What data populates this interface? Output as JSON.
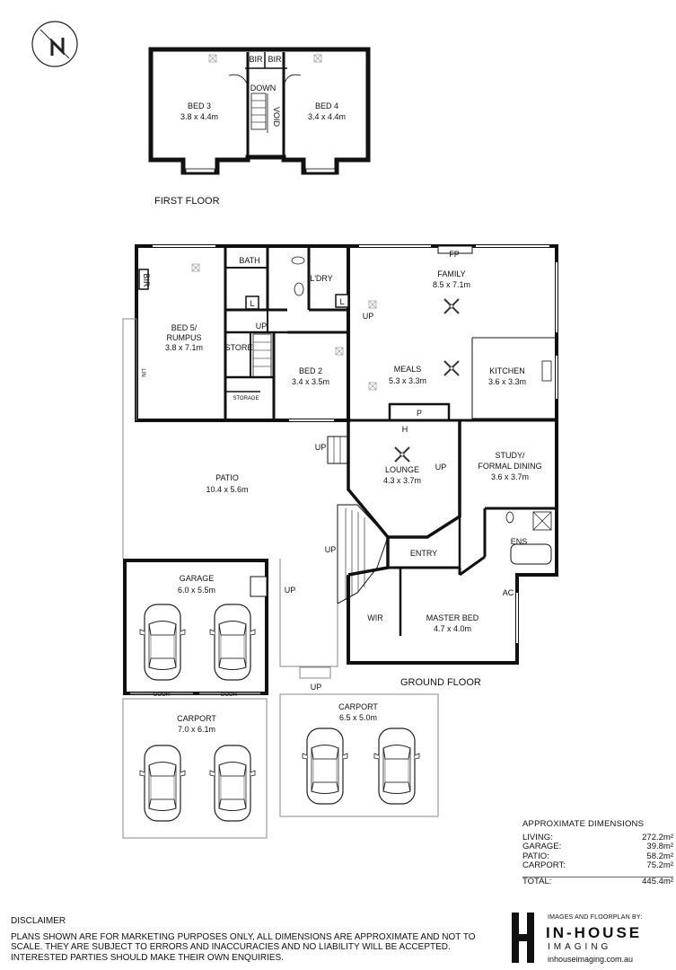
{
  "floors": {
    "first": "FIRST FLOOR",
    "ground": "GROUND FLOOR"
  },
  "rooms": {
    "bed3": {
      "name": "BED 3",
      "dim": "3.8 x 4.4m"
    },
    "bed4": {
      "name": "BED 4",
      "dim": "3.4 x 4.4m"
    },
    "bed5_line1": "BED 5/",
    "bed5_line2": "RUMPUS",
    "bed5_dim": "3.8 x 7.1m",
    "bed2": {
      "name": "BED 2",
      "dim": "3.4 x 3.5m"
    },
    "family": {
      "name": "FAMILY",
      "dim": "8.5 x 7.1m"
    },
    "meals": {
      "name": "MEALS",
      "dim": "5.3 x 3.3m"
    },
    "kitchen": {
      "name": "KITCHEN",
      "dim": "3.6 x 3.3m"
    },
    "lounge": {
      "name": "LOUNGE",
      "dim": "4.3 x 3.7m"
    },
    "study_line1": "STUDY/",
    "study_line2": "FORMAL DINING",
    "study_dim": "3.6 x 3.7m",
    "patio": {
      "name": "PATIO",
      "dim": "10.4 x 5.6m"
    },
    "garage": {
      "name": "GARAGE",
      "dim": "6.0 x 5.5m"
    },
    "carport1": {
      "name": "CARPORT",
      "dim": "7.0 x 6.1m"
    },
    "carport2": {
      "name": "CARPORT",
      "dim": "6.5 x 5.0m"
    },
    "master": {
      "name": "MASTER BED",
      "dim": "4.7 x 4.0m"
    }
  },
  "labels": {
    "bir": "BIR",
    "down": "DOWN",
    "void": "VOID",
    "bath": "BATH",
    "ldry": "L'DRY",
    "l": "L",
    "store": "STORE",
    "storage": "STORAGE",
    "lin": "LIN",
    "up": "UP",
    "fp": "FP",
    "p": "P",
    "h": "H",
    "ens": "ENS",
    "entry": "ENTRY",
    "wir": "WIR",
    "ac": "AC",
    "door": "DOOR"
  },
  "dimensions": {
    "heading": "APPROXIMATE DIMENSIONS",
    "rows": [
      {
        "label": "LIVING:",
        "value": "272.2m²"
      },
      {
        "label": "GARAGE:",
        "value": "39.8m²"
      },
      {
        "label": "PATIO:",
        "value": "58.2m²"
      },
      {
        "label": "CARPORT:",
        "value": "75.2m²"
      }
    ],
    "total_label": "TOTAL:",
    "total_value": "445.4m²"
  },
  "disclaimer": {
    "title": "DISCLAIMER",
    "text": "PLANS SHOWN ARE FOR MARKETING PURPOSES ONLY, ALL DIMENSIONS ARE APPROXIMATE AND NOT TO SCALE. THEY ARE SUBJECT TO ERRORS AND INACCURACIES AND NO LIABILITY WILL BE ACCEPTED. INTERESTED PARTIES SHOULD MAKE THEIR OWN ENQUIRIES."
  },
  "logo": {
    "small": "IMAGES AND FLOORPLAN BY:",
    "brand": "IN-HOUSE",
    "sub": "IMAGING",
    "url": "inhouseimaging.com.au"
  },
  "icons": [
    "north-arrow-icon",
    "car-icon",
    "ceiling-fan-icon"
  ]
}
